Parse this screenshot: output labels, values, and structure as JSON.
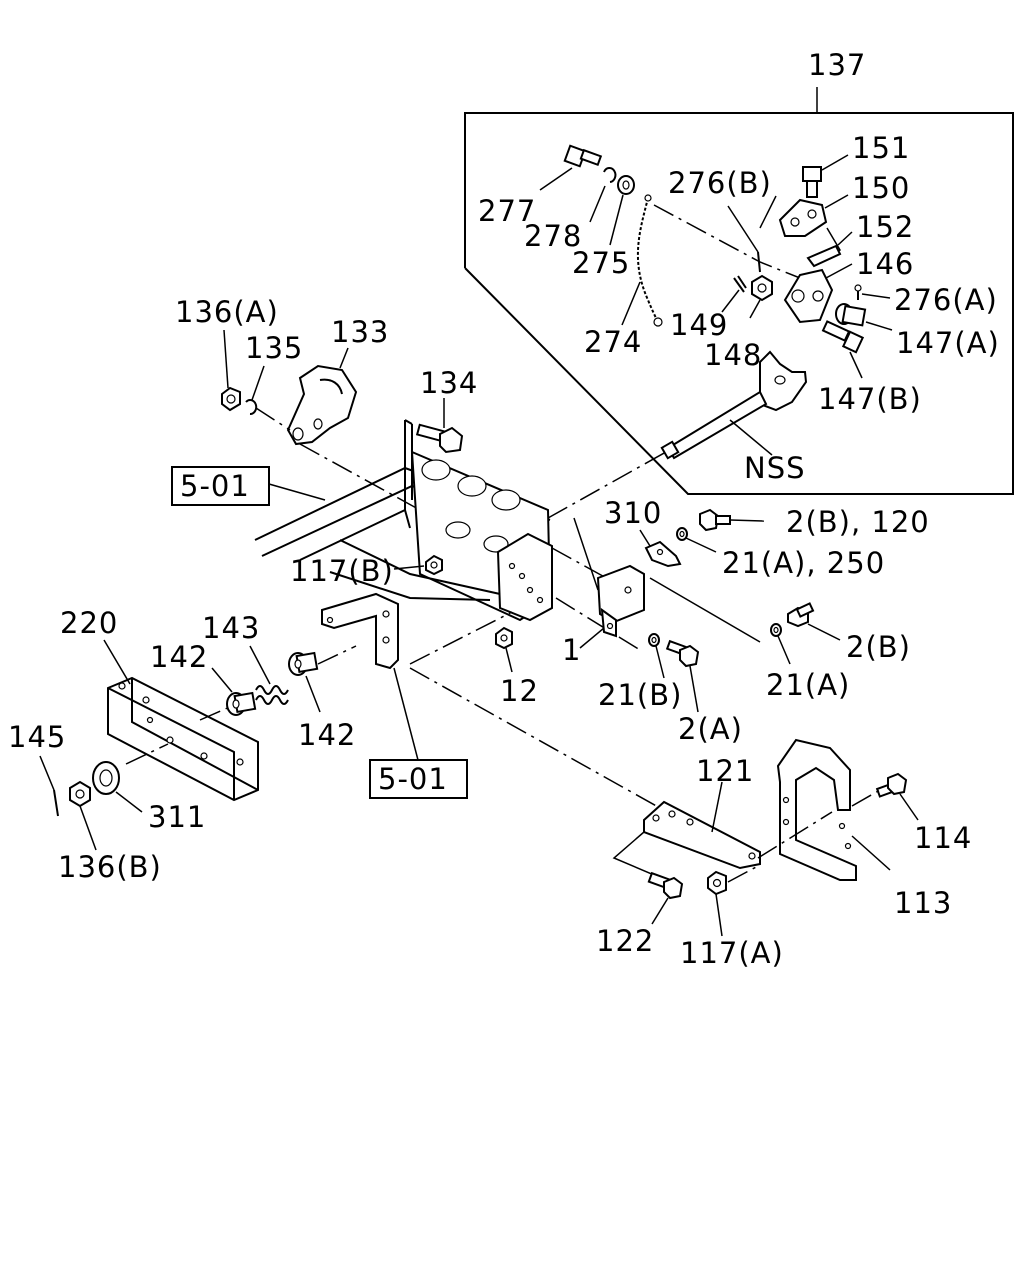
{
  "detail_box_label": "137",
  "refs": {
    "left_top": "5-01",
    "center_bottom": "5-01"
  },
  "callouts": {
    "c137": "137",
    "c151": "151",
    "c150": "150",
    "c276b": "276(B)",
    "c277": "277",
    "c278": "278",
    "c275": "275",
    "c152": "152",
    "c146": "146",
    "c276a": "276(A)",
    "c274": "274",
    "c149": "149",
    "c148": "148",
    "c147a": "147(A)",
    "c147b": "147(B)",
    "nss": "NSS",
    "c136a": "136(A)",
    "c135": "135",
    "c133": "133",
    "c134": "134",
    "c310": "310",
    "c2b120": "2(B), 120",
    "c21a250": "21(A), 250",
    "c117b": "117(B)",
    "c220": "220",
    "c143": "143",
    "c142a": "142",
    "c142b": "142",
    "c1": "1",
    "c12": "12",
    "c21b": "21(B)",
    "c2a": "2(A)",
    "c2b": "2(B)",
    "c21a": "21(A)",
    "c145": "145",
    "c311": "311",
    "c136b": "136(B)",
    "c121": "121",
    "c114": "114",
    "c113": "113",
    "c122": "122",
    "c117a": "117(A)"
  }
}
